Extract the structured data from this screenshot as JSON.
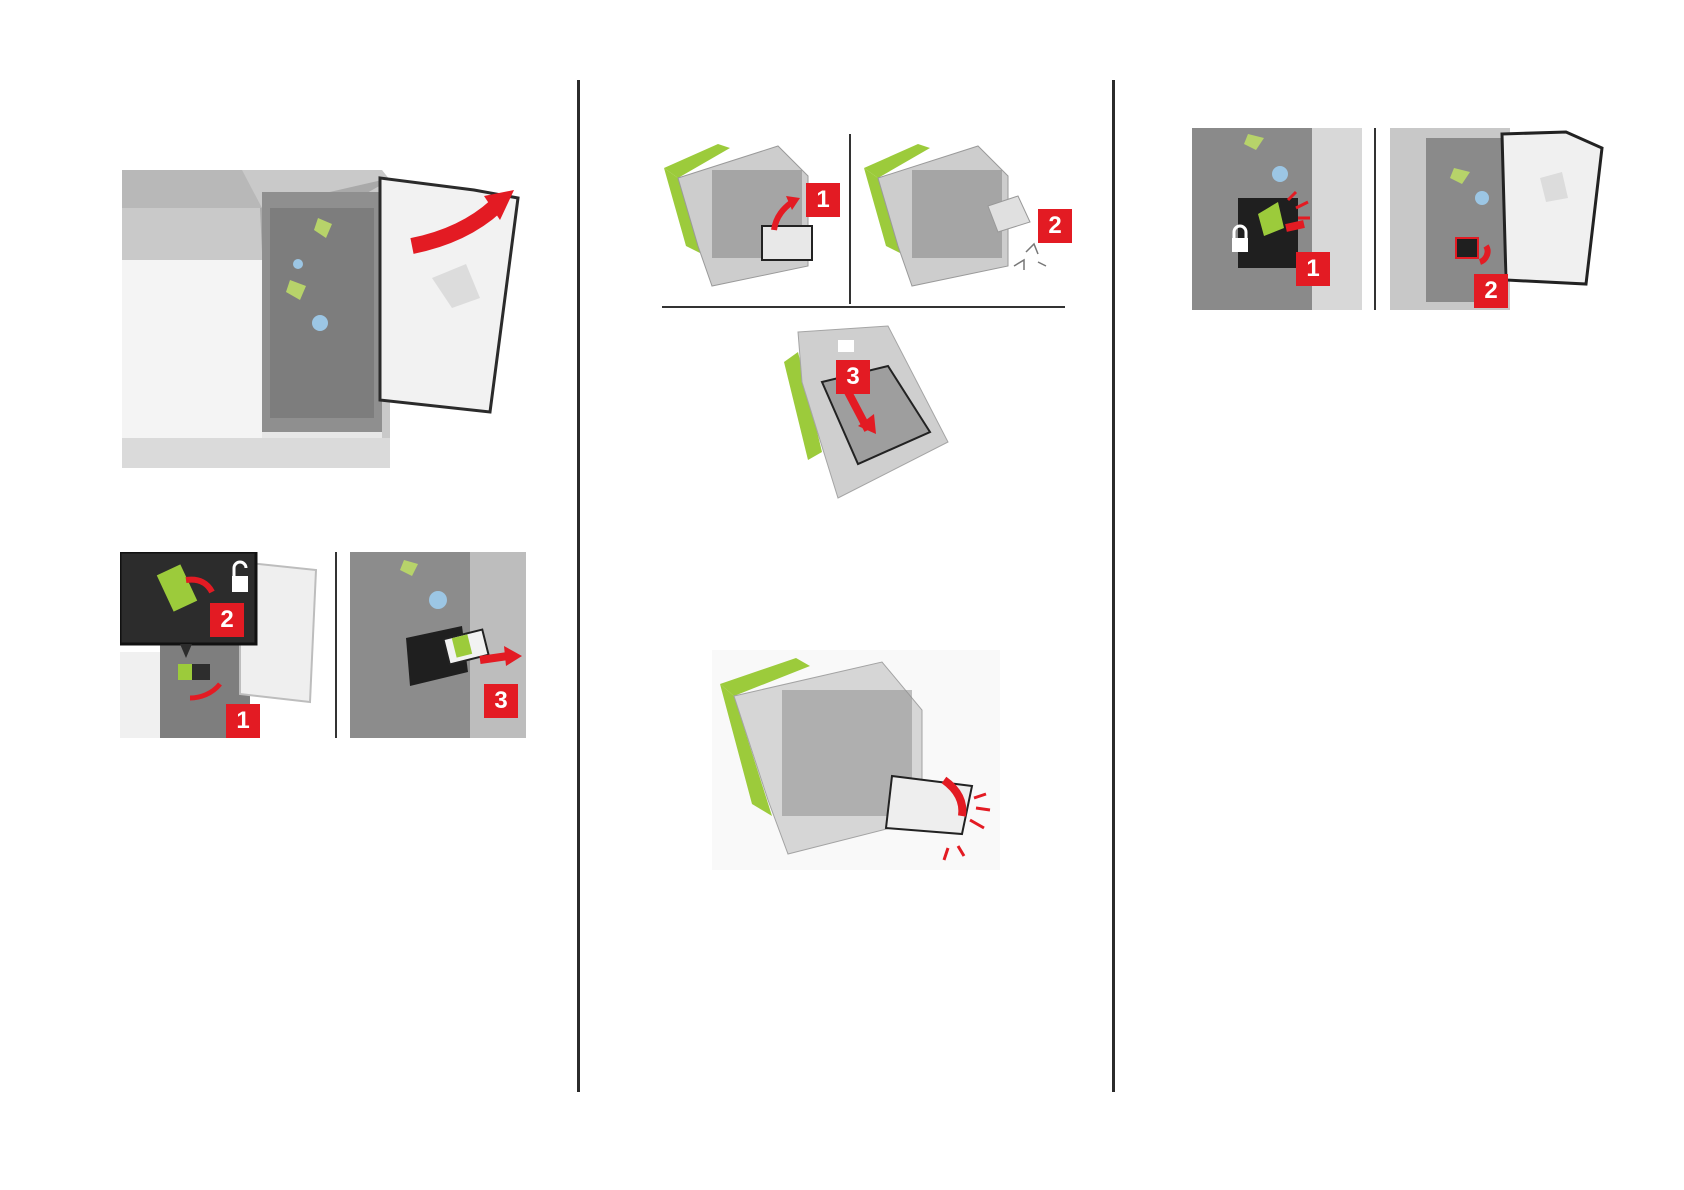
{
  "colors": {
    "accent_red": "#e31b23",
    "lime_green": "#9ccb3b",
    "panel_gray": "#b5b5b5",
    "dark_panel": "#2f2f2f",
    "rule": "#2b2b2b"
  },
  "column1": {
    "step_a": {
      "icon": "open-door-arrow-icon"
    },
    "step_b": {
      "badges": [
        "1",
        "2",
        "3"
      ],
      "icon": "unlock-icon"
    }
  },
  "column2": {
    "step_a": {
      "badges": [
        "1",
        "2",
        "3"
      ]
    },
    "step_b": {
      "icon": "click-sound-icon"
    }
  },
  "column3": {
    "step_a": {
      "badges": [
        "1",
        "2"
      ],
      "icon": "lock-icon"
    }
  }
}
